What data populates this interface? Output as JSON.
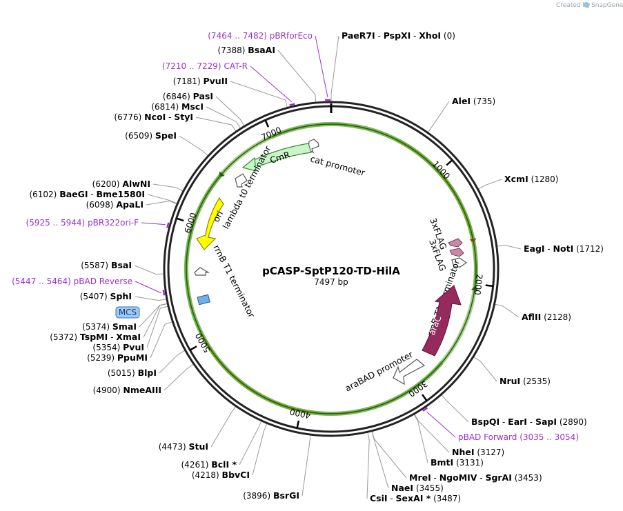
{
  "watermark": {
    "prefix": "Created by",
    "brand": "SnapGene"
  },
  "plasmid": {
    "name": "pCASP-SptP120-TD-HilA",
    "length_label": "7497 bp",
    "total_bp": 7497
  },
  "colors": {
    "backbone": "#222222",
    "primer": "#9b30d0",
    "orf_orange": "#e8a23a",
    "orf_green": "#5aa82a",
    "cmr": "#c9f5c9",
    "cmr_stroke": "#3a8a3a",
    "ori": "#ffff00",
    "arac": "#962a5f",
    "flag": "#c98aa6",
    "mcs": "#9ecbf5",
    "mcs_stroke": "#3a6fb5",
    "lacop": "#6fb0e8"
  },
  "ticks": [
    {
      "bp": 1000,
      "label": "1000"
    },
    {
      "bp": 2000,
      "label": "2000"
    },
    {
      "bp": 3000,
      "label": "3000"
    },
    {
      "bp": 4000,
      "label": "4000"
    },
    {
      "bp": 5000,
      "label": "5000"
    },
    {
      "bp": 6000,
      "label": "6000"
    },
    {
      "bp": 7000,
      "label": "7000"
    }
  ],
  "sites": [
    {
      "names": [
        "PaeR7I",
        "PspXI",
        "XhoI"
      ],
      "pos": "(0)",
      "bp": 0
    },
    {
      "names": [
        "AleI"
      ],
      "pos": "(735)",
      "bp": 735
    },
    {
      "names": [
        "XcmI"
      ],
      "pos": "(1280)",
      "bp": 1280
    },
    {
      "names": [
        "EagI",
        "NotI"
      ],
      "pos": "(1712)",
      "bp": 1712
    },
    {
      "names": [
        "AflII"
      ],
      "pos": "(2128)",
      "bp": 2128
    },
    {
      "names": [
        "NruI"
      ],
      "pos": "(2535)",
      "bp": 2535
    },
    {
      "names": [
        "BspQI",
        "EarI",
        "SapI"
      ],
      "pos": "(2890)",
      "bp": 2890
    },
    {
      "names": [
        "NheI"
      ],
      "pos": "(3127)",
      "bp": 3127
    },
    {
      "names": [
        "BmtI"
      ],
      "pos": "(3131)",
      "bp": 3131
    },
    {
      "names": [
        "MreI",
        "NgoMIV",
        "SgrAI"
      ],
      "pos": "(3453)",
      "bp": 3453
    },
    {
      "names": [
        "NaeI"
      ],
      "pos": "(3455)",
      "bp": 3455
    },
    {
      "names": [
        "CsiI",
        "SexAI *"
      ],
      "pos": "(3487)",
      "bp": 3487
    },
    {
      "names": [
        "BsrGI"
      ],
      "pos": "(3896)",
      "bp": 3896
    },
    {
      "names": [
        "BbvCI"
      ],
      "pos": "(4218)",
      "bp": 4218
    },
    {
      "names": [
        "BclI *"
      ],
      "pos": "(4261)",
      "bp": 4261
    },
    {
      "names": [
        "StuI"
      ],
      "pos": "(4473)",
      "bp": 4473
    },
    {
      "names": [
        "NmeAIII"
      ],
      "pos": "(4900)",
      "bp": 4900
    },
    {
      "names": [
        "BlpI"
      ],
      "pos": "(5015)",
      "bp": 5015
    },
    {
      "names": [
        "PpuMI"
      ],
      "pos": "(5239)",
      "bp": 5239
    },
    {
      "names": [
        "PvuI"
      ],
      "pos": "(5354)",
      "bp": 5354
    },
    {
      "names": [
        "TspMI",
        "XmaI"
      ],
      "pos": "(5372)",
      "bp": 5372
    },
    {
      "names": [
        "SmaI"
      ],
      "pos": "(5374)",
      "bp": 5374
    },
    {
      "names": [
        "SphI"
      ],
      "pos": "(5407)",
      "bp": 5407
    },
    {
      "names": [
        "BsaI"
      ],
      "pos": "(5587)",
      "bp": 5587
    },
    {
      "names": [
        "ApaLI"
      ],
      "pos": "(6098)",
      "bp": 6098
    },
    {
      "names": [
        "BaeGI",
        "Bme1580I"
      ],
      "pos": "(6102)",
      "bp": 6102
    },
    {
      "names": [
        "AlwNI"
      ],
      "pos": "(6200)",
      "bp": 6200
    },
    {
      "names": [
        "SpeI"
      ],
      "pos": "(6509)",
      "bp": 6509
    },
    {
      "names": [
        "NcoI",
        "StyI"
      ],
      "pos": "(6776)",
      "bp": 6776
    },
    {
      "names": [
        "MscI"
      ],
      "pos": "(6814)",
      "bp": 6814
    },
    {
      "names": [
        "PasI"
      ],
      "pos": "(6846)",
      "bp": 6846
    },
    {
      "names": [
        "PvuII"
      ],
      "pos": "(7181)",
      "bp": 7181
    },
    {
      "names": [
        "BsaAI"
      ],
      "pos": "(7388)",
      "bp": 7388
    }
  ],
  "primers": [
    {
      "range": "(7464 .. 7482)",
      "name": "pBRforEco",
      "bp": 7473
    },
    {
      "range": "(7210 .. 7229)",
      "name": "CAT-R",
      "bp": 7220
    },
    {
      "range": "(5925 .. 5944)",
      "name": "pBR322ori-F",
      "bp": 5935
    },
    {
      "range": "(5447 .. 5464)",
      "name": "pBAD Reverse",
      "bp": 5455
    },
    {
      "name": "pBAD Forward",
      "range": "(3035 .. 3054)",
      "bp": 3045
    }
  ],
  "features": {
    "cat_promoter": "cat promoter",
    "cmr": "CmR",
    "lambda_t0": "lambda t0 terminator",
    "ori": "ori",
    "rrnb_left": "rrnB T1 terminator",
    "mcs": "MCS",
    "flag_top": "3xFLAG",
    "flag_bottom": "3xFLAG",
    "rrnb_right": "rrnB T1 terminator",
    "arac": "araC",
    "arabad": "araBAD promoter"
  }
}
